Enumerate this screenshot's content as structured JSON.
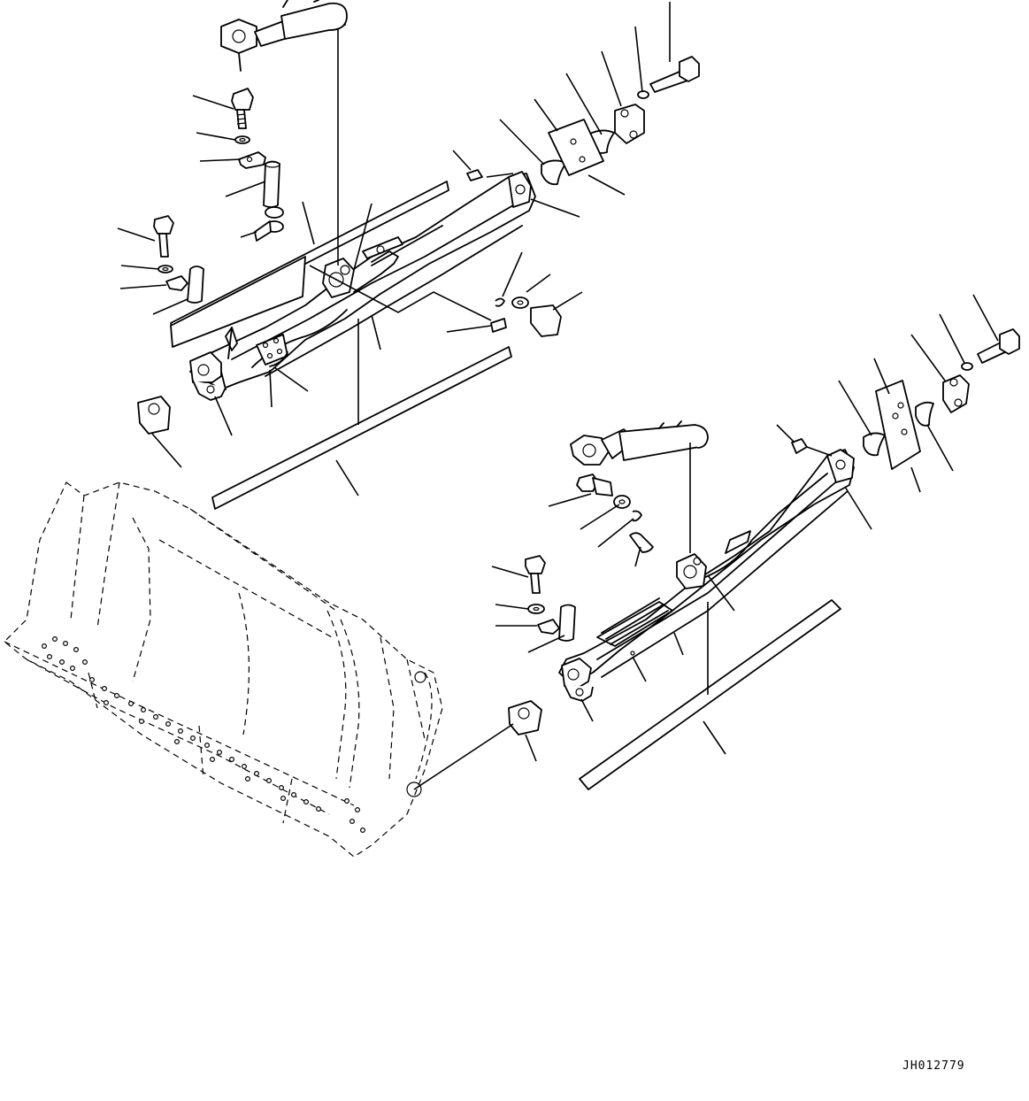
{
  "drawing_code": "JH012779",
  "parts": [
    {
      "name": "blade",
      "type": "dozer-blade"
    },
    {
      "name": "left-arm",
      "type": "tilt-frame-arm"
    },
    {
      "name": "right-arm",
      "type": "tilt-frame-arm"
    },
    {
      "name": "left-cylinder",
      "type": "hydraulic-cylinder"
    },
    {
      "name": "right-cylinder",
      "type": "hydraulic-cylinder"
    },
    {
      "name": "shims",
      "type": "liner-plate"
    },
    {
      "name": "fasteners",
      "type": "bolt-washer-pin-set"
    }
  ]
}
